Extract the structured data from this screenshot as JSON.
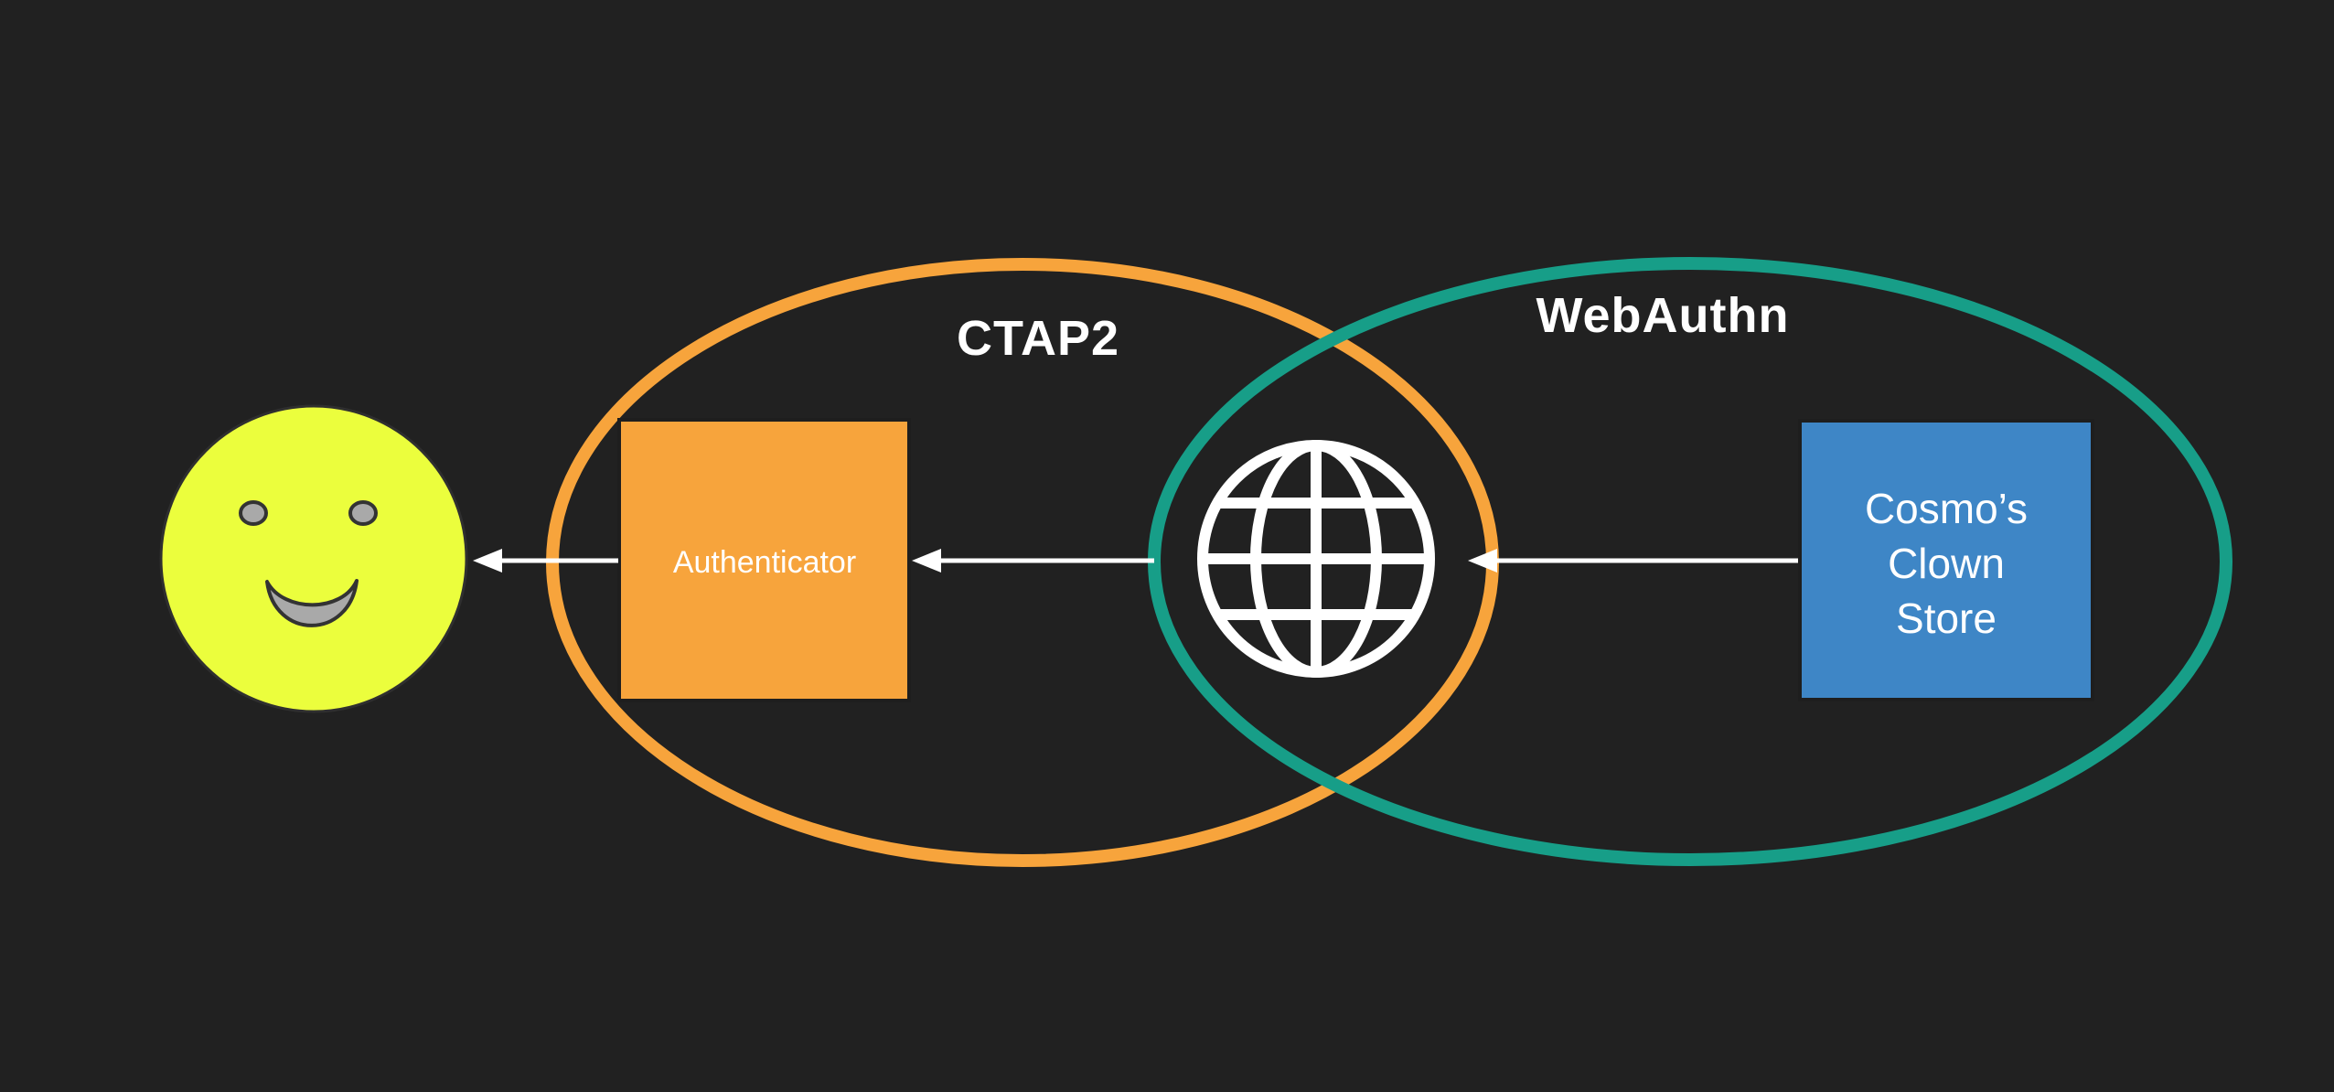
{
  "slide": {
    "kind": "dark-diagram-slide"
  },
  "colors": {
    "background": "#212121",
    "ctap2_orange": "#F7A43C",
    "webauthn_teal": "#179E88",
    "arrow_white": "#FFFFFF",
    "label_white": "#FFFFFF",
    "authenticator_fill": "#F7A43C",
    "store_fill": "#3E86C6",
    "box_border": "#1E1E1E",
    "face_yellow": "#EBFE3D",
    "face_outline": "#2F2F2F",
    "face_feature_gray": "#A9A9A9",
    "face_feature_outline": "#333333"
  },
  "regions": {
    "ctap2": {
      "label": "CTAP2"
    },
    "webauthn": {
      "label": "WebAuthn"
    }
  },
  "nodes": {
    "user": {
      "type": "smiley-face"
    },
    "authenticator": {
      "label": "Authenticator"
    },
    "internet": {
      "type": "globe-icon"
    },
    "store": {
      "label": "Cosmo’s Clown Store",
      "lines": [
        "Cosmo’s",
        "Clown",
        "Store"
      ]
    }
  },
  "arrows": [
    {
      "from": "store",
      "to": "internet"
    },
    {
      "from": "internet",
      "to": "authenticator"
    },
    {
      "from": "authenticator",
      "to": "user"
    }
  ]
}
